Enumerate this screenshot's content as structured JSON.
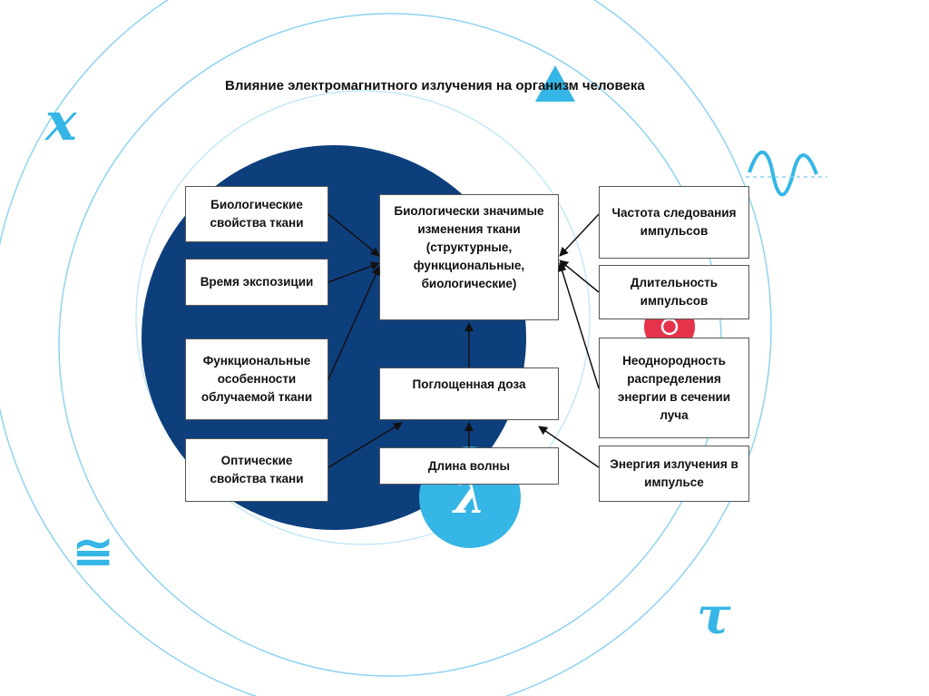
{
  "title": "Влияние электромагнитного излучения на организм человека",
  "boxes": {
    "bio_props": "Биологические свойства ткани",
    "exposure_time": "Время экспозиции",
    "functional": "Функциональные особенности облучаемой ткани",
    "optical": "Оптические свойства ткани",
    "changes": "Биологически значимые изменения ткани (структурные, функциональные, биологические)",
    "absorbed_dose": "Поглощенная доза",
    "wavelength": "Длина волны",
    "pulse_freq": "Частота следования импульсов",
    "pulse_duration": "Длительность импульсов",
    "nonuniformity": "Неоднородность распределения энергии в сечении луча",
    "pulse_energy": "Энергия излучения в импульсе"
  },
  "glyphs": {
    "x": "x",
    "approx": "≅",
    "tau": "τ",
    "lambda": "λ"
  },
  "colors": {
    "accent": "#35b6e6",
    "navy": "#0e3f7d",
    "red": "#e5334b",
    "border": "#555555"
  }
}
